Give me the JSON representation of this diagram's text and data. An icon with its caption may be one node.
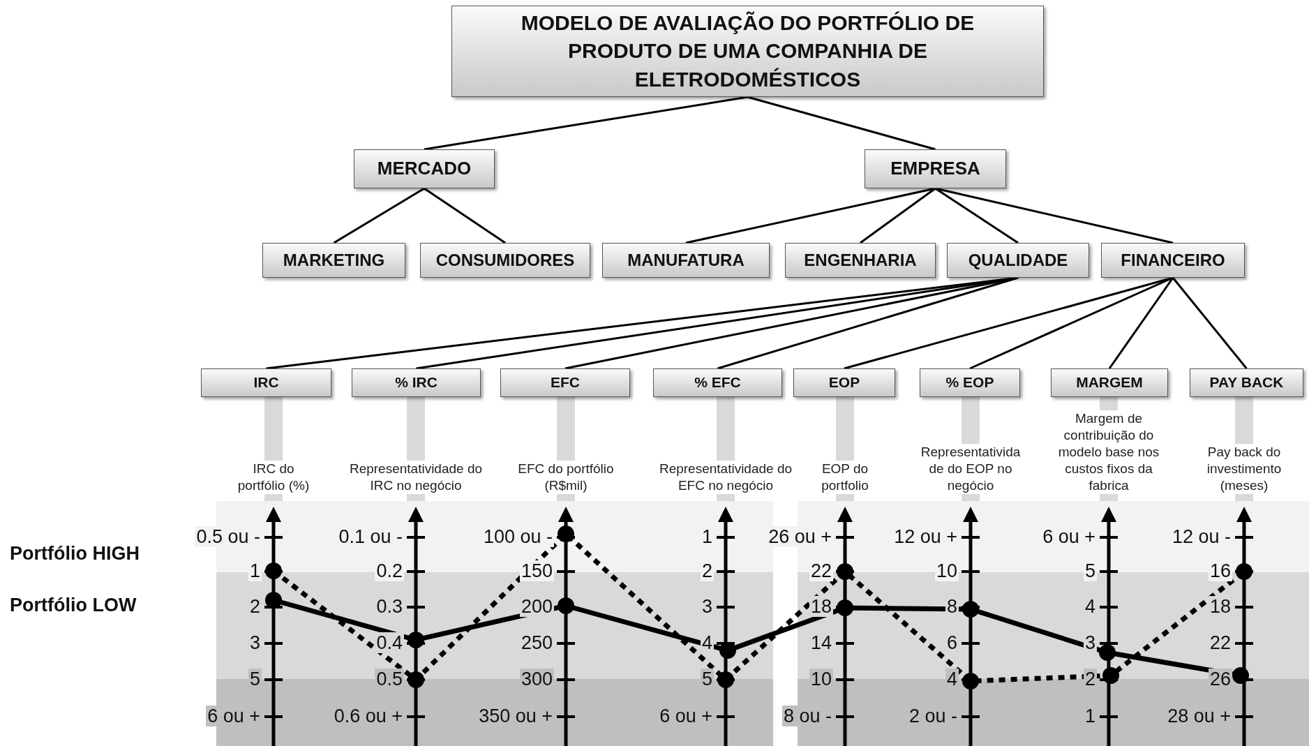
{
  "diagram": {
    "nodes": [
      {
        "text": [
          "MODELO DE AVALIAÇÃO DO PORTFÓLIO DE PRODUTO DE UMA COMPANHIA DE ELETRODOMÉSTICOS"
        ]
      },
      {
        "text": [
          "MERCADO"
        ]
      },
      {
        "text": [
          "EMPRESA"
        ]
      },
      {
        "text": [
          "MARKETING"
        ]
      },
      {
        "text": [
          "CONSUMIDORES"
        ]
      },
      {
        "text": [
          "MANUFATURA"
        ]
      },
      {
        "text": [
          "ENGENHARIA"
        ]
      },
      {
        "text": [
          "QUALIDADE"
        ]
      },
      {
        "text": [
          "FINANCEIRO"
        ]
      },
      {
        "text": [
          "IRC"
        ]
      },
      {
        "text": [
          "% IRC"
        ]
      },
      {
        "text": [
          "EFC"
        ]
      },
      {
        "text": [
          "% EFC"
        ]
      },
      {
        "text": [
          "EOP"
        ]
      },
      {
        "text": [
          "% EOP"
        ]
      },
      {
        "text": [
          "MARGEM"
        ]
      },
      {
        "text": [
          "PAY BACK"
        ]
      }
    ],
    "edges": [
      {
        "from": 0,
        "to": 1,
        "arrow": "none"
      },
      {
        "from": 0,
        "to": 2,
        "arrow": "none"
      },
      {
        "from": 1,
        "to": 3,
        "arrow": "none"
      },
      {
        "from": 1,
        "to": 4,
        "arrow": "none"
      },
      {
        "from": 2,
        "to": 5,
        "arrow": "none"
      },
      {
        "from": 2,
        "to": 6,
        "arrow": "none"
      },
      {
        "from": 2,
        "to": 7,
        "arrow": "none"
      },
      {
        "from": 2,
        "to": 8,
        "arrow": "none"
      },
      {
        "from": 7,
        "to": 9,
        "arrow": "none"
      },
      {
        "from": 7,
        "to": 10,
        "arrow": "none"
      },
      {
        "from": 7,
        "to": 11,
        "arrow": "none"
      },
      {
        "from": 7,
        "to": 12,
        "arrow": "none"
      },
      {
        "from": 8,
        "to": 13,
        "arrow": "none"
      },
      {
        "from": 8,
        "to": 14,
        "arrow": "none"
      },
      {
        "from": 8,
        "to": 15,
        "arrow": "none"
      },
      {
        "from": 8,
        "to": 16,
        "arrow": "none"
      }
    ],
    "labels": [
      "IRC do portfólio (%)",
      "Representatividade do IRC no negócio",
      "EFC do portfólio (R$mil)",
      "Representatividade do EFC no negócio",
      "EOP do portfolio",
      "Representativida de do EOP no negócio",
      "Margem de contribuição do modelo base nos custos fixos da fabrica",
      "Pay back do investimento (meses)",
      "Portfólio HIGH",
      "Portfólio LOW",
      "0.5 ou -",
      "1",
      "2",
      "3",
      "5",
      "6 ou +",
      "0.1 ou -",
      "0.2",
      "0.3",
      "0.4",
      "0.5",
      "0.6 ou +",
      "100 ou -",
      "150",
      "200",
      "250",
      "300",
      "350 ou +",
      "1",
      "2",
      "3",
      "4",
      "5",
      "6 ou +",
      "26 ou +",
      "22",
      "18",
      "14",
      "10",
      "8 ou -",
      "12 ou +",
      "10",
      "8",
      "6",
      "4",
      "2 ou -",
      "6 ou +",
      "5",
      "4",
      "3",
      "2",
      "1",
      "12 ou -",
      "16",
      "18",
      "22",
      "26",
      "28 ou +"
    ]
  }
}
